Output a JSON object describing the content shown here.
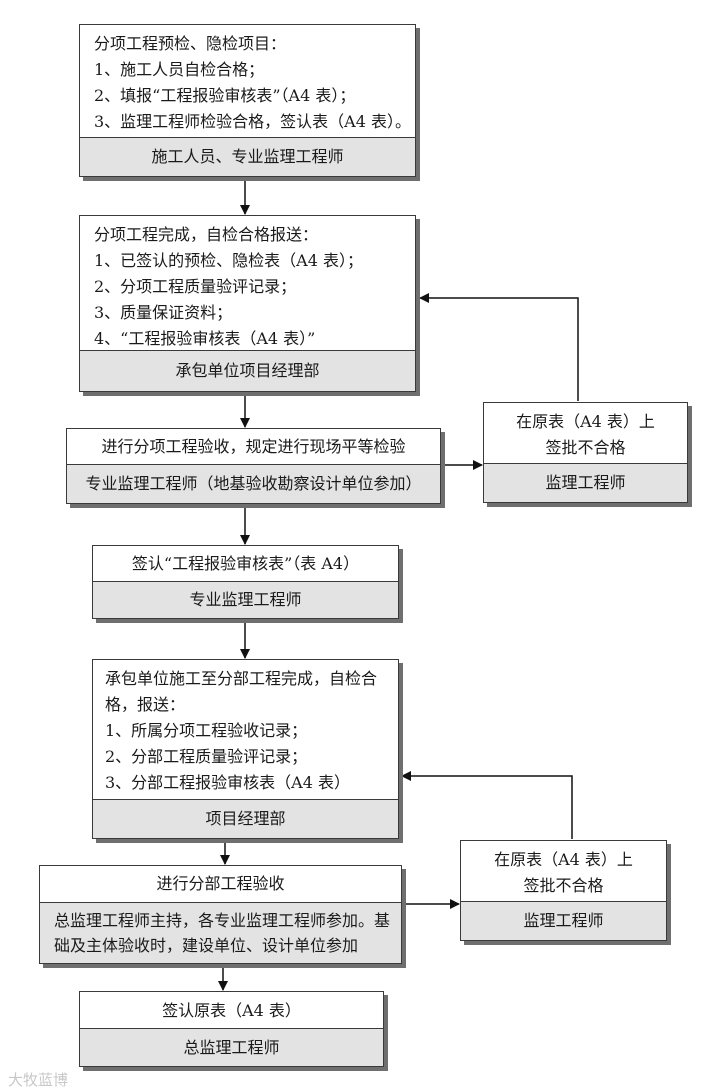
{
  "box1": {
    "lines": [
      "分项工程预检、隐检项目：",
      "1、施工人员自检合格；",
      "2、填报“工程报验审核表”（A4 表）；",
      "3、监理工程师检验合格，签认表（A4 表）。"
    ],
    "footer": "施工人员、专业监理工程师"
  },
  "box2": {
    "lines": [
      "分项工程完成，自检合格报送：",
      "1、已签认的预检、隐检表（A4 表）；",
      "2、分项工程质量验评记录；",
      "3、质量保证资料；",
      "4、“工程报验审核表（A4 表）”"
    ],
    "footer": "承包单位项目经理部"
  },
  "box3": {
    "title": "进行分项工程验收，规定进行现场平等检验",
    "footer": "专业监理工程师（地基验收勘察设计单位参加）"
  },
  "reject1": {
    "lines": [
      "在原表（A4 表）上",
      "签批不合格"
    ],
    "footer": "监理工程师"
  },
  "box4": {
    "title": "签认“工程报验审核表”（表 A4）",
    "footer": "专业监理工程师"
  },
  "box5": {
    "lines": [
      "承包单位施工至分部工程完成，自检合",
      "格，报送：",
      "1、所属分项工程验收记录；",
      "2、分部工程质量验评记录；",
      "3、分部工程报验审核表（A4 表）"
    ],
    "footer": "项目经理部"
  },
  "box6": {
    "title": "进行分部工程验收",
    "lines": [
      "总监理工程师主持，各专业监理工程师参加。基",
      "础及主体验收时，建设单位、设计单位参加"
    ]
  },
  "reject2": {
    "lines": [
      "在原表（A4 表）上",
      "签批不合格"
    ],
    "footer": "监理工程师"
  },
  "box7": {
    "title": "签认原表（A4 表）",
    "footer": "总监理工程师"
  },
  "watermark": "大牧蓝博",
  "colors": {
    "footer_bg": "#e3e3e3",
    "border": "#3a3a3a",
    "shadow": "#6f6f6f"
  }
}
